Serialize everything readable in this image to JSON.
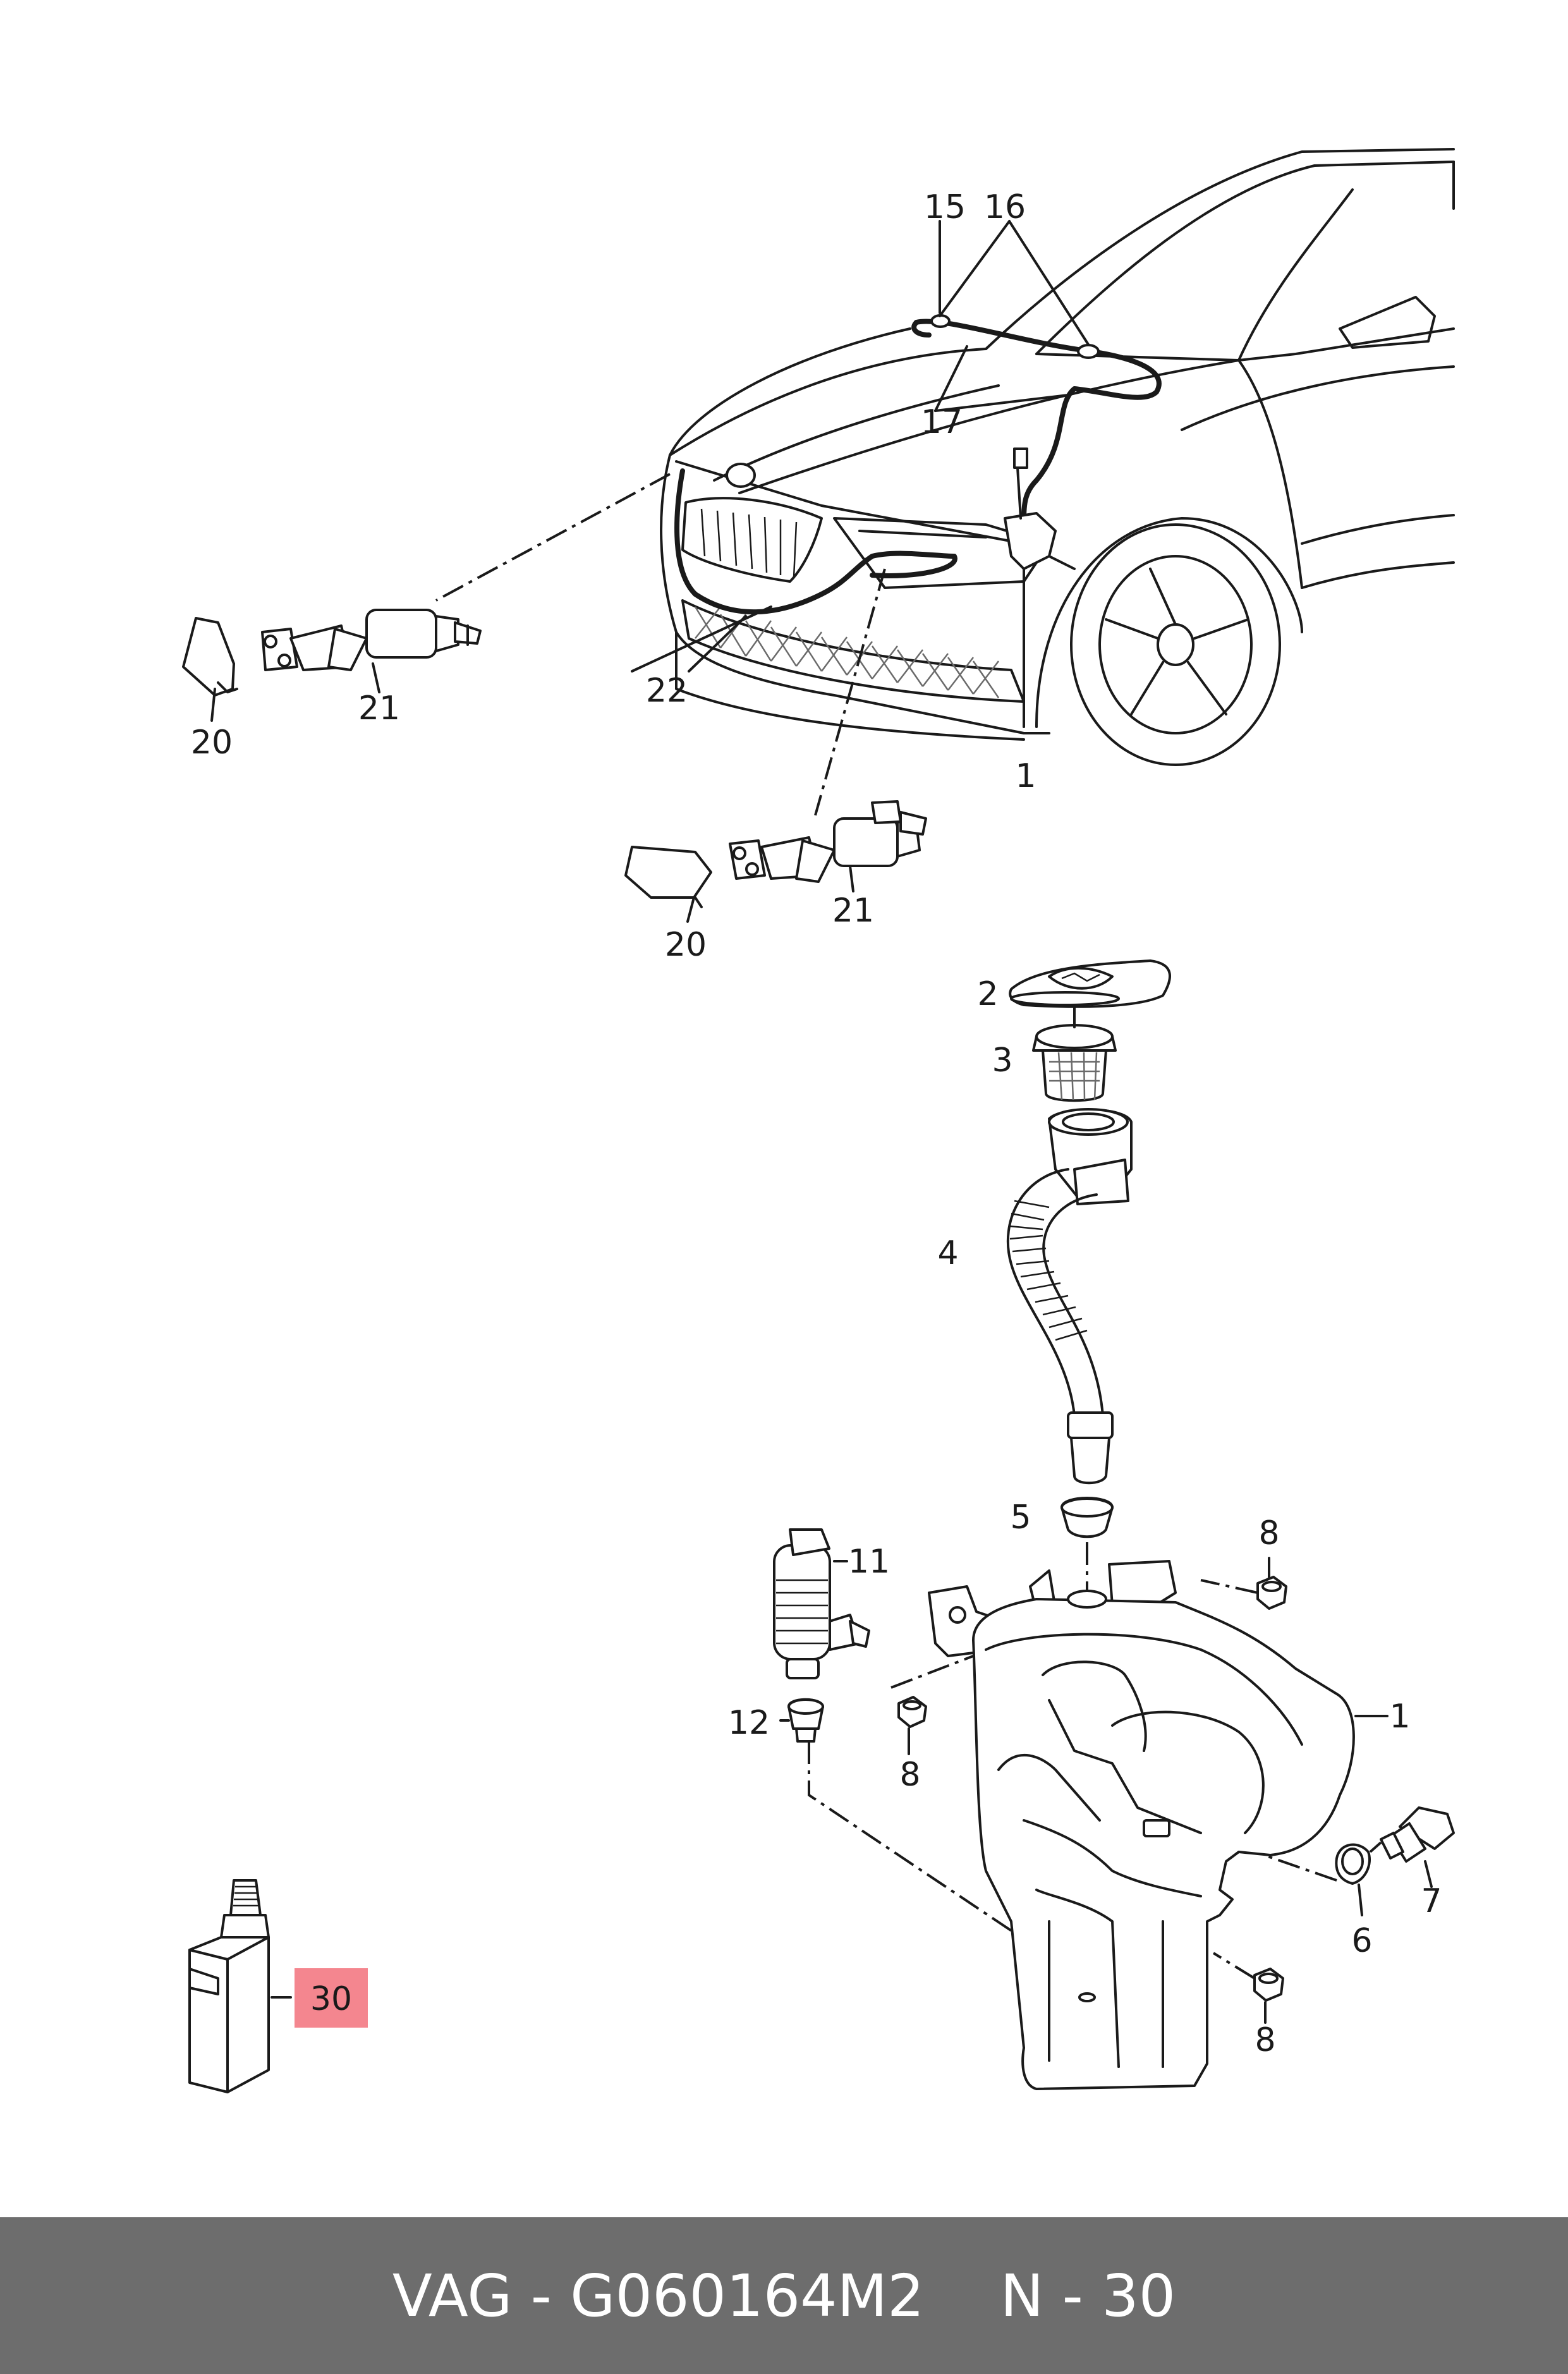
{
  "callouts": [
    {
      "id": "c15a",
      "label": "15"
    },
    {
      "id": "c16",
      "label": "16"
    },
    {
      "id": "c17",
      "label": "17"
    },
    {
      "id": "c1a",
      "label": "1"
    },
    {
      "id": "c22",
      "label": "22"
    },
    {
      "id": "c20a",
      "label": "20"
    },
    {
      "id": "c21a",
      "label": "21"
    },
    {
      "id": "c20b",
      "label": "20"
    },
    {
      "id": "c21b",
      "label": "21"
    },
    {
      "id": "c2",
      "label": "2"
    },
    {
      "id": "c3",
      "label": "3"
    },
    {
      "id": "c4",
      "label": "4"
    },
    {
      "id": "c5",
      "label": "5"
    },
    {
      "id": "c11",
      "label": "11"
    },
    {
      "id": "c8a",
      "label": "8"
    },
    {
      "id": "c1b",
      "label": "1"
    },
    {
      "id": "c12",
      "label": "12"
    },
    {
      "id": "c8b",
      "label": "8"
    },
    {
      "id": "c7",
      "label": "7"
    },
    {
      "id": "c6",
      "label": "6"
    },
    {
      "id": "c8c",
      "label": "8"
    },
    {
      "id": "c30",
      "label": "30"
    }
  ],
  "highlight_color": "#f4868f",
  "footer": {
    "part_code": "VAG - G060164M2",
    "item_ref": "N - 30"
  }
}
